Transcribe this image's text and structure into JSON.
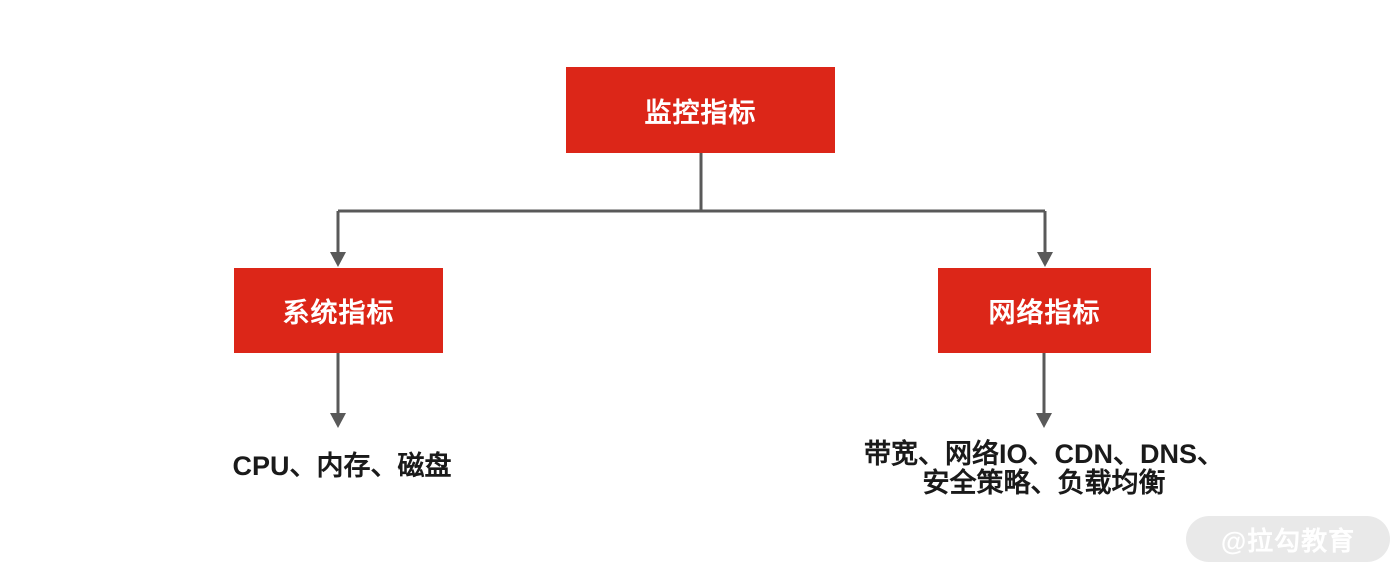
{
  "diagram": {
    "root": {
      "label": "监控指标"
    },
    "left_child": {
      "label": "系统指标",
      "detail": "CPU、内存、磁盘"
    },
    "right_child": {
      "label": "网络指标",
      "detail_line1": "带宽、网络IO、CDN、DNS、",
      "detail_line2": "安全策略、负载均衡"
    }
  },
  "watermark": {
    "label": "@拉勾教育"
  },
  "colors": {
    "node_fill": "#DC2618",
    "node_text": "#FFFFFF",
    "connector": "#595959",
    "detail_text": "#1A1A1A",
    "watermark_bg": "#E9E9E9",
    "watermark_text": "#FFFFFF"
  }
}
